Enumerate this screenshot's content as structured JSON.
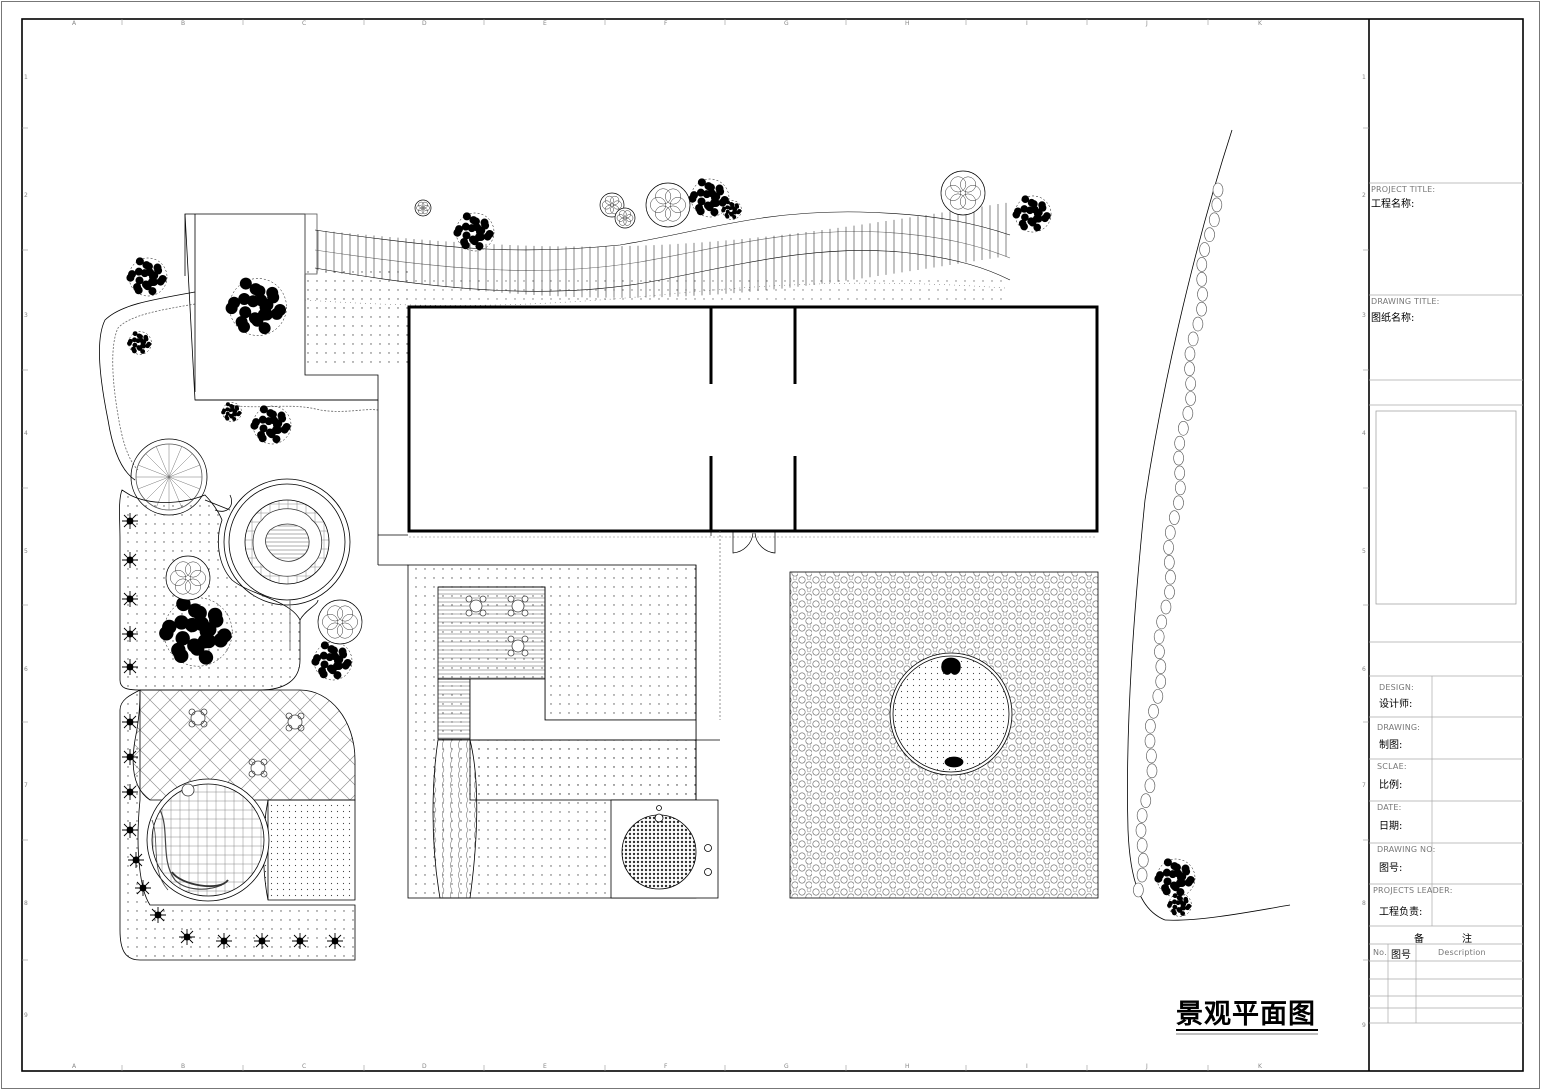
{
  "drawing": {
    "title": "景观平面图"
  },
  "title_block": {
    "project_title_en": "PROJECT TITLE:",
    "project_title_cn": "工程名称:",
    "drawing_title_en": "DRAWING TITLE:",
    "drawing_title_cn": "图纸名称:",
    "rows": [
      {
        "en": "DESIGN:",
        "cn": "设计师:"
      },
      {
        "en": "DRAWING:",
        "cn": "制图:"
      },
      {
        "en": "SCLAE:",
        "cn": "比例:"
      },
      {
        "en": "DATE:",
        "cn": "日期:"
      },
      {
        "en": "DRAWING NO:",
        "cn": "图号:"
      },
      {
        "en": "PROJECTS LEADER:",
        "cn": "工程负责:"
      }
    ],
    "remarks_left": "备",
    "remarks_right": "注",
    "col_no": "No.",
    "col_drawing_no": "图号",
    "col_description": "Description"
  },
  "grid": {
    "letters": [
      "A",
      "B",
      "C",
      "D",
      "E",
      "F",
      "G",
      "H",
      "I",
      "J",
      "K"
    ],
    "numbers": [
      "1",
      "2",
      "3",
      "4",
      "5",
      "6",
      "7",
      "8",
      "9"
    ]
  }
}
